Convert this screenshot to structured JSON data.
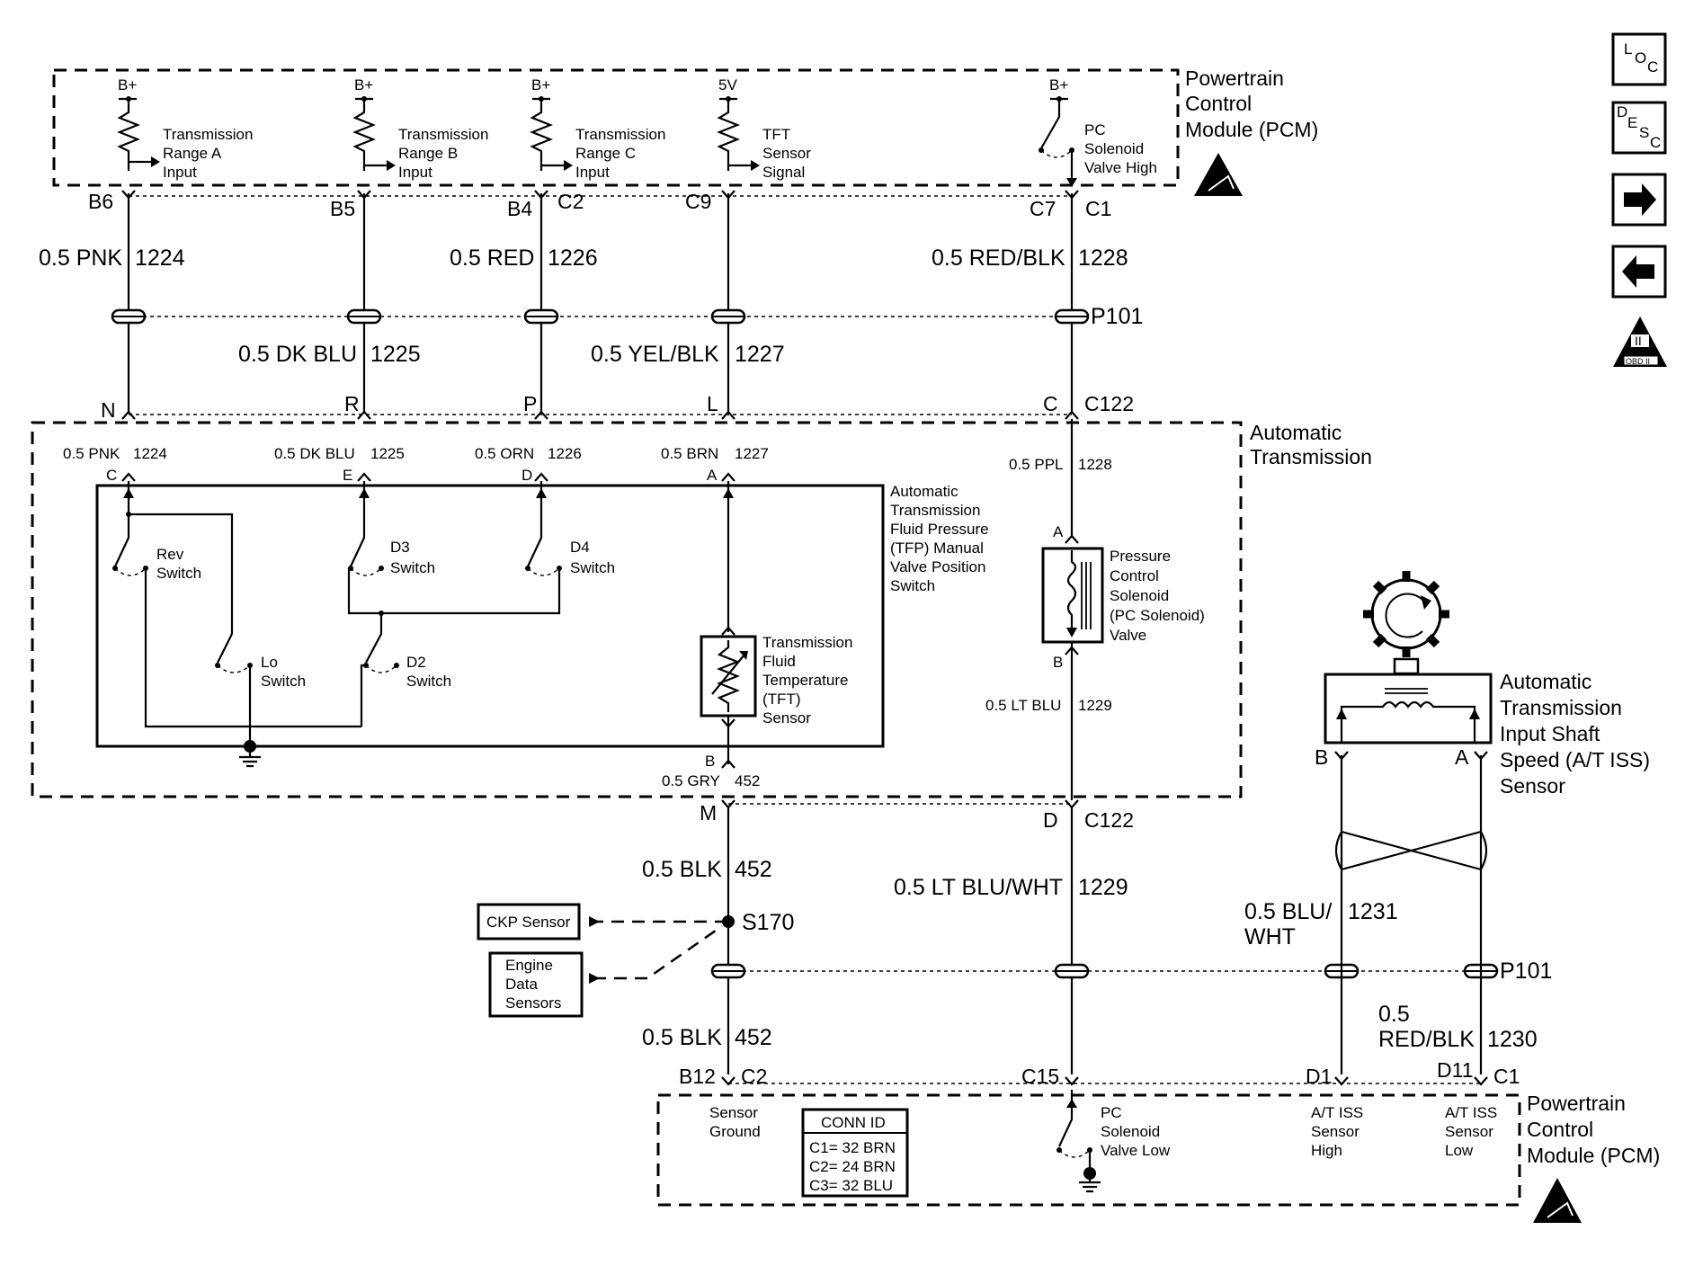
{
  "pcm_top": {
    "label": "Powertrain Control Module (PCM)",
    "circuits": [
      {
        "supply": "B+",
        "label": "Transmission Range A Input",
        "pin": "B6",
        "wire": "0.5 PNK",
        "circuit_no": "1224",
        "c122_pin": "N"
      },
      {
        "supply": "B+",
        "label": "Transmission Range B Input",
        "pin": "B5",
        "wire": "0.5 DK BLU",
        "circuit_no": "1225",
        "c122_pin": "R"
      },
      {
        "supply": "B+",
        "label": "Transmission Range C Input",
        "pin": "B4",
        "conn": "C2",
        "wire": "0.5 RED",
        "circuit_no": "1226",
        "c122_pin": "P"
      },
      {
        "supply": "5V",
        "label": "TFT Sensor Signal",
        "pin": "C9",
        "wire": "0.5 YEL/BLK",
        "circuit_no": "1227",
        "c122_pin": "L"
      },
      {
        "supply": "B+",
        "label": "PC Solenoid Valve High",
        "pin": "C7",
        "conn": "C1",
        "wire": "0.5 RED/BLK",
        "circuit_no": "1228",
        "c122_pin": "C"
      }
    ]
  },
  "connectors": {
    "p101": "P101",
    "c122": "C122"
  },
  "transmission": {
    "label": "Automatic Transmission",
    "internal_wires": [
      {
        "wire": "0.5 PNK",
        "circuit_no": "1224",
        "pin": "C"
      },
      {
        "wire": "0.5 DK BLU",
        "circuit_no": "1225",
        "pin": "E"
      },
      {
        "wire": "0.5 ORN",
        "circuit_no": "1226",
        "pin": "D"
      },
      {
        "wire": "0.5 BRN",
        "circuit_no": "1227",
        "pin": "A"
      }
    ],
    "tfp_switch_label": "Automatic Transmission Fluid Pressure (TFP) Manual Valve Position Switch",
    "switches": [
      "Rev Switch",
      "D3 Switch",
      "D4 Switch",
      "Lo Switch",
      "D2 Switch"
    ],
    "tft_sensor": "Transmission Fluid Temperature (TFT) Sensor",
    "tft_pin": "B",
    "tft_wire": "0.5 GRY",
    "tft_circuit": "452",
    "pc_wire_top": {
      "wire": "0.5 PPL",
      "circuit_no": "1228",
      "pin": "A"
    },
    "pc_solenoid": "Pressure Control Solenoid (PC Solenoid) Valve",
    "pc_wire_bottom": {
      "wire": "0.5 LT BLU",
      "circuit_no": "1229",
      "pin": "B"
    }
  },
  "lower": {
    "ground_pin": "M",
    "ground_wire": "0.5 BLK",
    "ground_circuit": "452",
    "splice": "S170",
    "ckp_sensor": "CKP Sensor",
    "engine_data": "Engine Data Sensors",
    "pc_low_pin": "D",
    "pc_low_wire": "0.5 LT BLU/WHT",
    "pc_low_circuit": "1229",
    "iss_wire_b": "0.5 BLU/ WHT",
    "iss_circuit_b": "1231",
    "iss_wire_a": "0.5 RED/BLK",
    "iss_circuit_a": "1230",
    "iss_sensor": "Automatic Transmission Input Shaft Speed (A/T ISS) Sensor",
    "iss_pin_b": "B",
    "iss_pin_a": "A"
  },
  "pcm_bottom": {
    "label": "Powertrain Control Module (PCM)",
    "pins": {
      "ground": "B12",
      "ground_conn": "C2",
      "pc_low": "C15",
      "iss_high": "D1",
      "iss_low": "D11",
      "iss_conn": "C1"
    },
    "labels": {
      "ground": "Sensor Ground",
      "pc_low": "PC Solenoid Valve Low",
      "iss_high": "A/T ISS Sensor High",
      "iss_low": "A/T ISS Sensor Low"
    },
    "conn_id_title": "CONN ID",
    "conn_id_rows": [
      "C1= 32 BRN",
      "C2= 24 BRN",
      "C3= 32 BLU"
    ]
  },
  "nav": {
    "loc": "LOC",
    "desc": "DESC",
    "next": "next-arrow",
    "prev": "prev-arrow",
    "obd": "OBD II"
  }
}
